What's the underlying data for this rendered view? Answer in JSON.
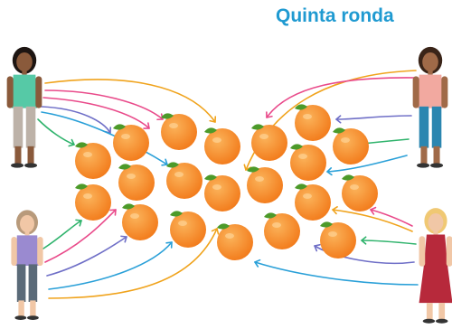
{
  "title": "Quinta ronda",
  "colors": {
    "title": "#1f9ad1",
    "orange": "#f27a1a",
    "orange_light": "#fbb35a",
    "leaf": "#4c9a2a",
    "arrows": [
      "#f0a31c",
      "#e94a8a",
      "#6f6fc7",
      "#2aa0d8",
      "#2fb36c"
    ]
  },
  "people": [
    {
      "name": "person-top-left",
      "hair": "#1d1512",
      "skin": "#8a5a3b",
      "top": "#56c9a6",
      "bottom": "#bdb2a8"
    },
    {
      "name": "person-top-right",
      "hair": "#3a2418",
      "skin": "#a06a48",
      "top": "#f2a9a0",
      "bottom": "#2b86b0"
    },
    {
      "name": "person-bottom-left",
      "hair": "#b89a7b",
      "skin": "#f1c7a6",
      "top": "#9a8ad0",
      "bottom": "#5a6a78"
    },
    {
      "name": "person-bottom-right",
      "hair": "#f0c873",
      "skin": "#f1c7a6",
      "top": "#b7293b",
      "bottom": "#b7293b"
    }
  ]
}
